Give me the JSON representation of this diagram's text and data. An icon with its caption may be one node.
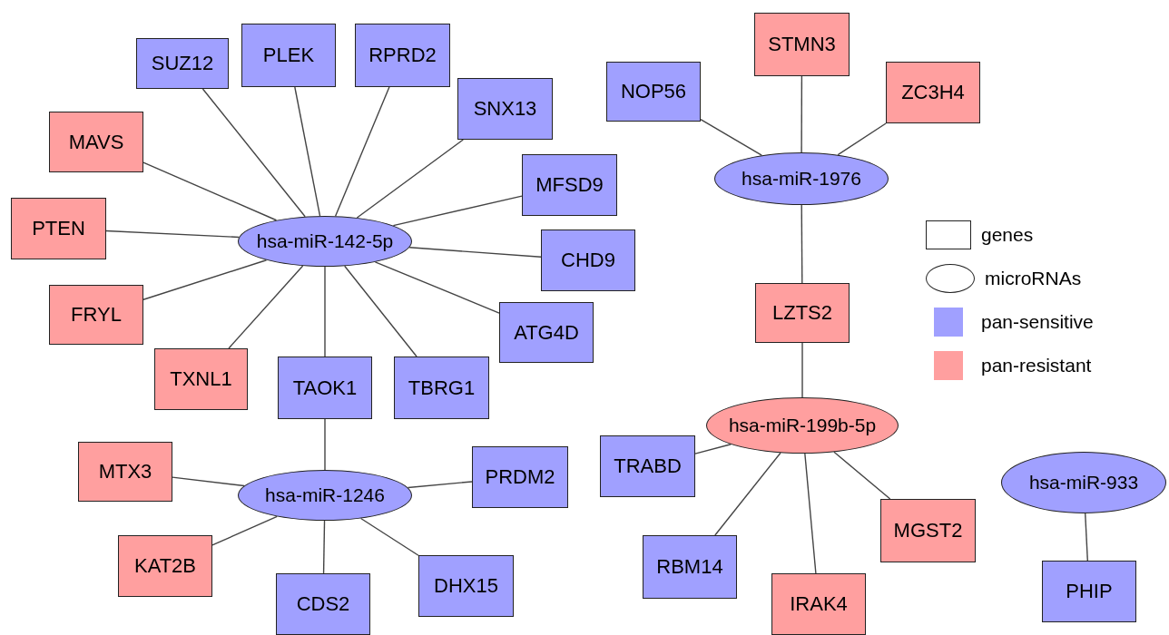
{
  "diagram": {
    "nodes": [
      {
        "text": [
          "hsa-miR-142-5p"
        ]
      },
      {
        "text": [
          "SUZ12"
        ]
      },
      {
        "text": [
          "PLEK"
        ]
      },
      {
        "text": [
          "RPRD2"
        ]
      },
      {
        "text": [
          "SNX13"
        ]
      },
      {
        "text": [
          "MAVS"
        ]
      },
      {
        "text": [
          "MFSD9"
        ]
      },
      {
        "text": [
          "PTEN"
        ]
      },
      {
        "text": [
          "CHD9"
        ]
      },
      {
        "text": [
          "FRYL"
        ]
      },
      {
        "text": [
          "ATG4D"
        ]
      },
      {
        "text": [
          "TXNL1"
        ]
      },
      {
        "text": [
          "TAOK1"
        ]
      },
      {
        "text": [
          "TBRG1"
        ]
      },
      {
        "text": [
          "hsa-miR-1246"
        ]
      },
      {
        "text": [
          "MTX3"
        ]
      },
      {
        "text": [
          "PRDM2"
        ]
      },
      {
        "text": [
          "KAT2B"
        ]
      },
      {
        "text": [
          "CDS2"
        ]
      },
      {
        "text": [
          "DHX15"
        ]
      },
      {
        "text": [
          "NOP56"
        ]
      },
      {
        "text": [
          "STMN3"
        ]
      },
      {
        "text": [
          "ZC3H4"
        ]
      },
      {
        "text": [
          "hsa-miR-1976"
        ]
      },
      {
        "text": [
          "LZTS2"
        ]
      },
      {
        "text": [
          "hsa-miR-199b-5p"
        ]
      },
      {
        "text": [
          "TRABD"
        ]
      },
      {
        "text": [
          "RBM14"
        ]
      },
      {
        "text": [
          "IRAK4"
        ]
      },
      {
        "text": [
          "MGST2"
        ]
      },
      {
        "text": [
          "hsa-miR-933"
        ]
      },
      {
        "text": [
          "PHIP"
        ]
      }
    ],
    "edges": [
      {
        "from": 0,
        "to": 1,
        "arrow": "none"
      },
      {
        "from": 0,
        "to": 2,
        "arrow": "none"
      },
      {
        "from": 0,
        "to": 3,
        "arrow": "none"
      },
      {
        "from": 0,
        "to": 4,
        "arrow": "none"
      },
      {
        "from": 0,
        "to": 5,
        "arrow": "none"
      },
      {
        "from": 0,
        "to": 6,
        "arrow": "none"
      },
      {
        "from": 0,
        "to": 7,
        "arrow": "none"
      },
      {
        "from": 0,
        "to": 8,
        "arrow": "none"
      },
      {
        "from": 0,
        "to": 9,
        "arrow": "none"
      },
      {
        "from": 0,
        "to": 10,
        "arrow": "none"
      },
      {
        "from": 0,
        "to": 11,
        "arrow": "none"
      },
      {
        "from": 0,
        "to": 12,
        "arrow": "none"
      },
      {
        "from": 0,
        "to": 13,
        "arrow": "none"
      },
      {
        "from": 12,
        "to": 14,
        "arrow": "none"
      },
      {
        "from": 14,
        "to": 15,
        "arrow": "none"
      },
      {
        "from": 14,
        "to": 16,
        "arrow": "none"
      },
      {
        "from": 14,
        "to": 17,
        "arrow": "none"
      },
      {
        "from": 14,
        "to": 18,
        "arrow": "none"
      },
      {
        "from": 14,
        "to": 19,
        "arrow": "none"
      },
      {
        "from": 23,
        "to": 20,
        "arrow": "none"
      },
      {
        "from": 23,
        "to": 21,
        "arrow": "none"
      },
      {
        "from": 23,
        "to": 22,
        "arrow": "none"
      },
      {
        "from": 23,
        "to": 24,
        "arrow": "none"
      },
      {
        "from": 24,
        "to": 25,
        "arrow": "none"
      },
      {
        "from": 25,
        "to": 26,
        "arrow": "none"
      },
      {
        "from": 25,
        "to": 27,
        "arrow": "none"
      },
      {
        "from": 25,
        "to": 28,
        "arrow": "none"
      },
      {
        "from": 25,
        "to": 29,
        "arrow": "none"
      },
      {
        "from": 30,
        "to": 31,
        "arrow": "none"
      }
    ],
    "legend": [
      {
        "text": "genes"
      },
      {
        "text": "microRNAs"
      },
      {
        "text": "pan-sensitive",
        "color": "#a0a0ff"
      },
      {
        "text": "pan-resistant",
        "color": "#ff9f9f"
      }
    ]
  }
}
